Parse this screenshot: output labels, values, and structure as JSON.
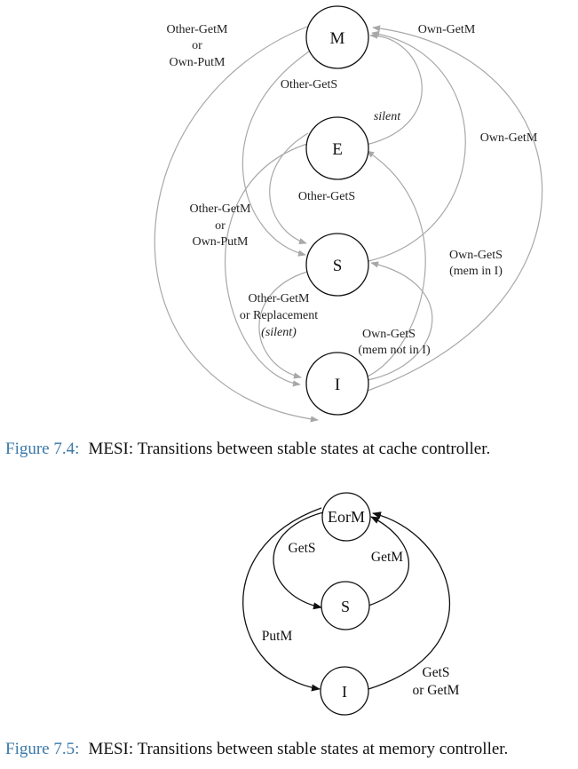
{
  "figure74": {
    "states": {
      "M": "M",
      "E": "E",
      "S": "S",
      "I": "I"
    },
    "labels": {
      "m_left_1": "Other-GetM",
      "m_left_2": "or",
      "m_left_3": "Own-PutM",
      "own_getm_top": "Own-GetM",
      "other_gets_m": "Other-GetS",
      "silent_e": "silent",
      "own_getm_right": "Own-GetM",
      "other_gets_e": "Other-GetS",
      "e_left_1": "Other-GetM",
      "e_left_2": "or",
      "e_left_3": "Own-PutM",
      "own_gets_mem_i_1": "Own-GetS",
      "own_gets_mem_i_2": "(mem in I)",
      "s_other_getm_1": "Other-GetM",
      "s_other_getm_2": "or Replacement",
      "s_other_getm_3": "(silent)",
      "own_gets_not_1": "Own-GetS",
      "own_gets_not_2": "(mem not in I)"
    },
    "caption_num": "Figure 7.4:",
    "caption_text": "MESI: Transitions between stable states at cache controller."
  },
  "figure75": {
    "states": {
      "EorM": "EorM",
      "S": "S",
      "I": "I"
    },
    "labels": {
      "gets": "GetS",
      "getm": "GetM",
      "putm": "PutM",
      "gets_or_getm_1": "GetS",
      "gets_or_getm_2": "or GetM"
    },
    "caption_num": "Figure 7.5:",
    "caption_text": "MESI: Transitions between stable states at memory controller."
  }
}
